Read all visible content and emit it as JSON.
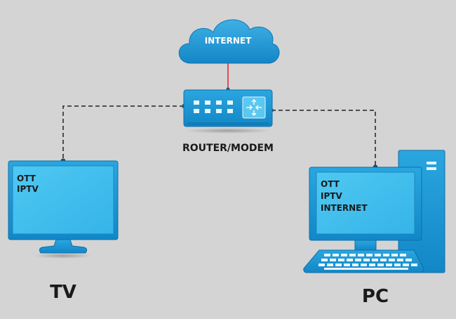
{
  "internet": {
    "label": "INTERNET"
  },
  "router": {
    "label": "ROUTER/MODEM"
  },
  "tv": {
    "label": "TV",
    "services": [
      "OTT",
      "IPTV"
    ]
  },
  "pc": {
    "label": "PC",
    "services": [
      "OTT",
      "IPTV",
      "INTERNET"
    ]
  },
  "colors": {
    "background": "#d4d4d4",
    "device_blue": "#1a9ad6",
    "screen_blue": "#44c3f0",
    "internet_link": "#e0202a",
    "lan_link": "#222222"
  }
}
